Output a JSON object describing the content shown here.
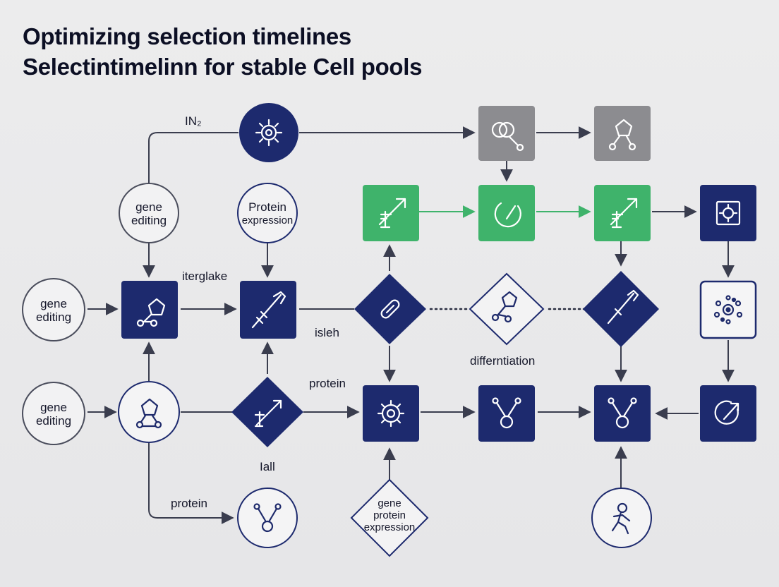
{
  "title": {
    "line1": "Optimizing selection timelines",
    "line2": "Selectintimelinn for stable Cell pools"
  },
  "colors": {
    "navy": "#1d2a6e",
    "green": "#3fb36b",
    "gray": "#8c8c90",
    "line": "#3a3d4e"
  },
  "labels": {
    "in": "IN₂",
    "gene_editing_top": [
      "gene",
      "editing"
    ],
    "protein_expression_top": [
      "Protein",
      "expression"
    ],
    "gene_editing_mid": [
      "gene",
      "editing"
    ],
    "gene_editing_bottom": [
      "gene",
      "editing"
    ],
    "iterglake": "iterglake",
    "isleh": "isleh",
    "protein_mid": "protein",
    "differentiation": "differntiation",
    "iall": "Iall",
    "protein_bottom": "protein",
    "gene_protein_expression": [
      "gene",
      "protein",
      "expression"
    ]
  },
  "icons": {
    "virus": "virus-icon",
    "gray_molecule": "molecule-link-icon",
    "gray_pentagon": "pentagon-branch-icon",
    "green_arrow_1": "arrow-growth-icon",
    "green_circle": "refresh-circle-icon",
    "green_arrow_2": "arrow-growth-icon",
    "gear_box": "gear-icon",
    "pentagon_node": "pentagon-branch-icon",
    "syringe": "syringe-icon",
    "pill": "capsule-icon",
    "diff_pentagon": "pentagon-branch-icon",
    "diamond_syringe": "syringe-icon",
    "cell_cluster": "cell-cluster-icon",
    "circle_pentagon": "pentagon-branch-icon",
    "diamond_arrow": "arrow-growth-icon",
    "gear_bottom": "gear-icon",
    "branch_1": "branch-icon",
    "branch_2": "branch-icon",
    "refresh_bottom": "refresh-arrow-icon",
    "branch_circle": "branch-icon",
    "person": "figure-icon"
  }
}
